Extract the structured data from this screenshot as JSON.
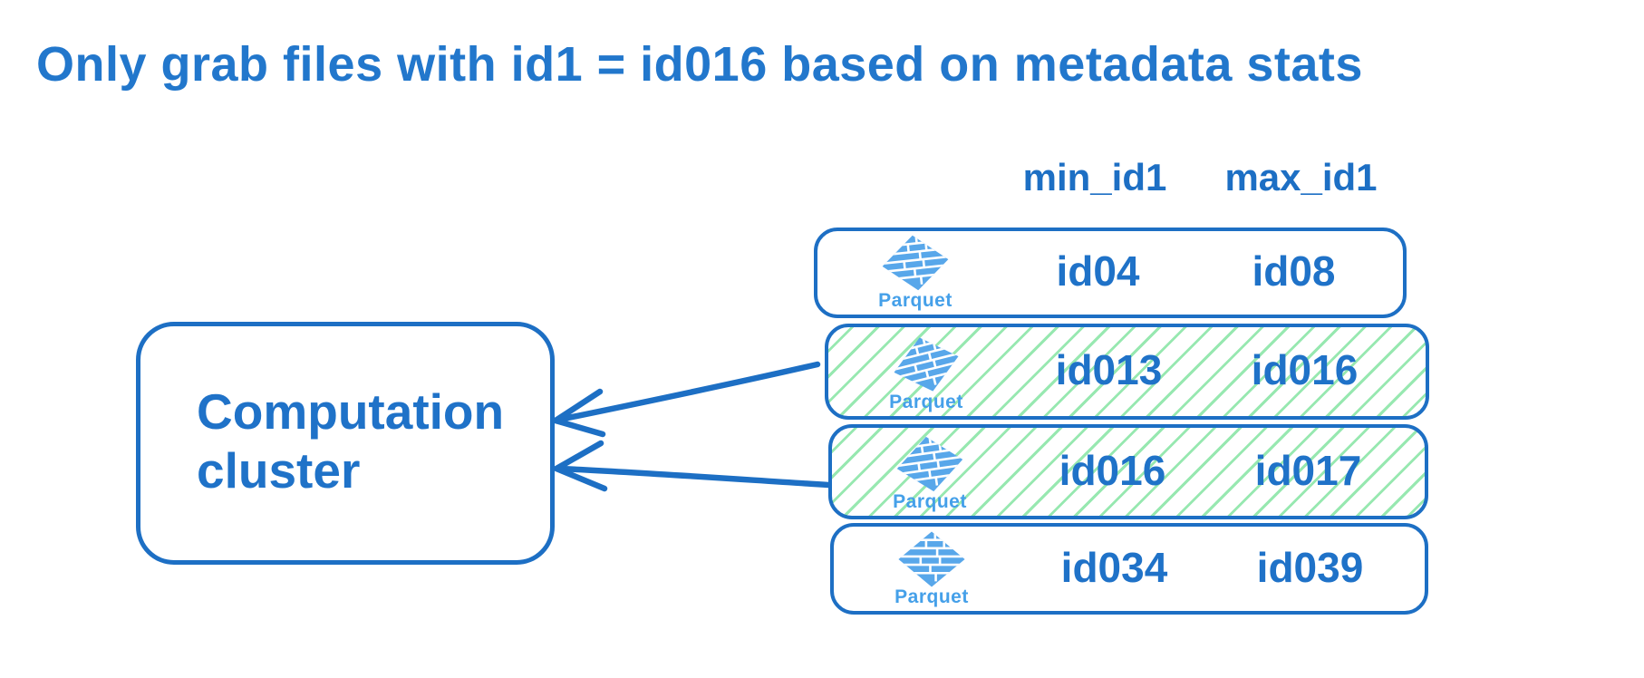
{
  "title": "Only grab files with id1 = id016 based on metadata stats",
  "table": {
    "columns": {
      "min_header": "min_id1",
      "max_header": "max_id1"
    },
    "files": [
      {
        "type_label": "Parquet",
        "min_id1": "id04",
        "max_id1": "id08",
        "highlighted": false
      },
      {
        "type_label": "Parquet",
        "min_id1": "id013",
        "max_id1": "id016",
        "highlighted": true
      },
      {
        "type_label": "Parquet",
        "min_id1": "id016",
        "max_id1": "id017",
        "highlighted": true
      },
      {
        "type_label": "Parquet",
        "min_id1": "id034",
        "max_id1": "id039",
        "highlighted": false
      }
    ]
  },
  "cluster": {
    "line1": "Computation",
    "line2": "cluster"
  },
  "icons": {
    "file_icon": "parquet-logo",
    "arrow_icon": "left-arrow"
  },
  "colors": {
    "ink_blue": "#1d6fc4",
    "title_blue": "#2277cc",
    "logo_blue": "#58a7ea",
    "wordmark_blue": "#45a0e9",
    "highlight_green": "#8ce5a8"
  }
}
